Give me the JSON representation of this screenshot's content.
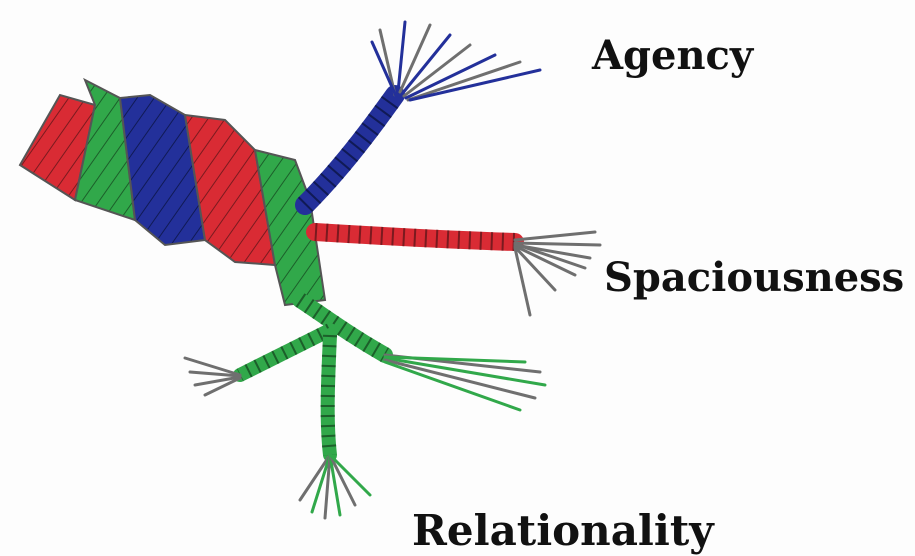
{
  "labels": {
    "agency": "Agency",
    "spaciousness": "Spaciousness",
    "relationality": "Relationality"
  },
  "colors": {
    "red_strand": "#d92b34",
    "green_strand": "#31a84a",
    "blue_strand": "#23309a",
    "frayed_ends": "#6f6f6f",
    "outline": "#555555"
  }
}
